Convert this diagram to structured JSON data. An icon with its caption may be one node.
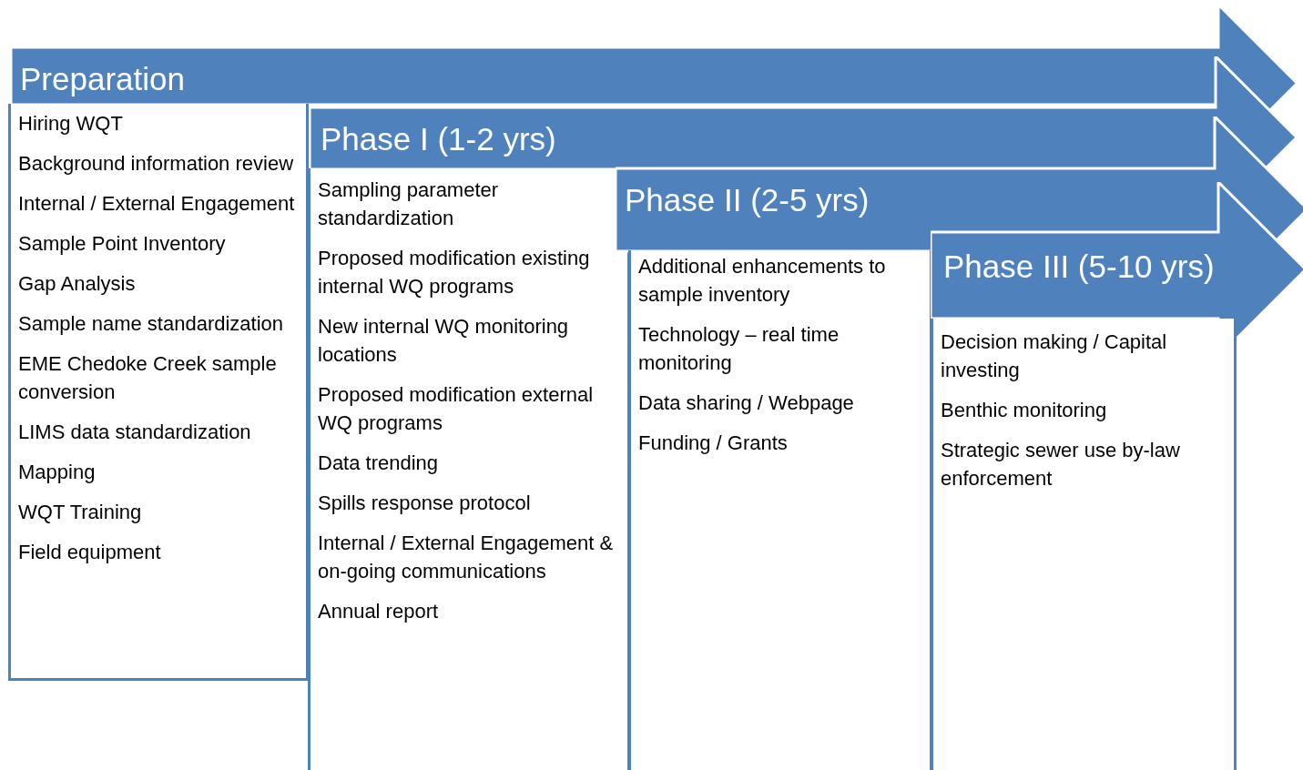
{
  "diagram": {
    "nodes": [
      {
        "text": [
          "Preparation"
        ]
      },
      {
        "text": [
          "Hiring WQT",
          "Background information review",
          "Internal / External Engagement",
          "Sample Point Inventory",
          "Gap Analysis",
          "Sample name standardization",
          "EME Chedoke Creek sample conversion",
          "LIMS data standardization",
          "Mapping",
          "WQT Training",
          "Field equipment"
        ]
      },
      {
        "text": [
          "Phase I (1-2 yrs)"
        ]
      },
      {
        "text": [
          "Sampling parameter standardization",
          "Proposed modification existing internal WQ programs",
          "New internal WQ monitoring locations",
          "Proposed modification external WQ programs",
          "Data trending",
          "Spills response protocol",
          "Internal / External Engagement & on-going communications",
          "Annual report"
        ]
      },
      {
        "text": [
          "Phase II (2-5 yrs)"
        ]
      },
      {
        "text": [
          "Additional enhancements to sample inventory",
          "Technology – real time monitoring",
          "Data sharing / Webpage",
          "Funding / Grants"
        ]
      },
      {
        "text": [
          "Phase III (5-10 yrs)"
        ]
      },
      {
        "text": [
          "Decision making / Capital investing",
          "Benthic monitoring",
          "Strategic sewer use by-law enforcement"
        ]
      }
    ]
  }
}
